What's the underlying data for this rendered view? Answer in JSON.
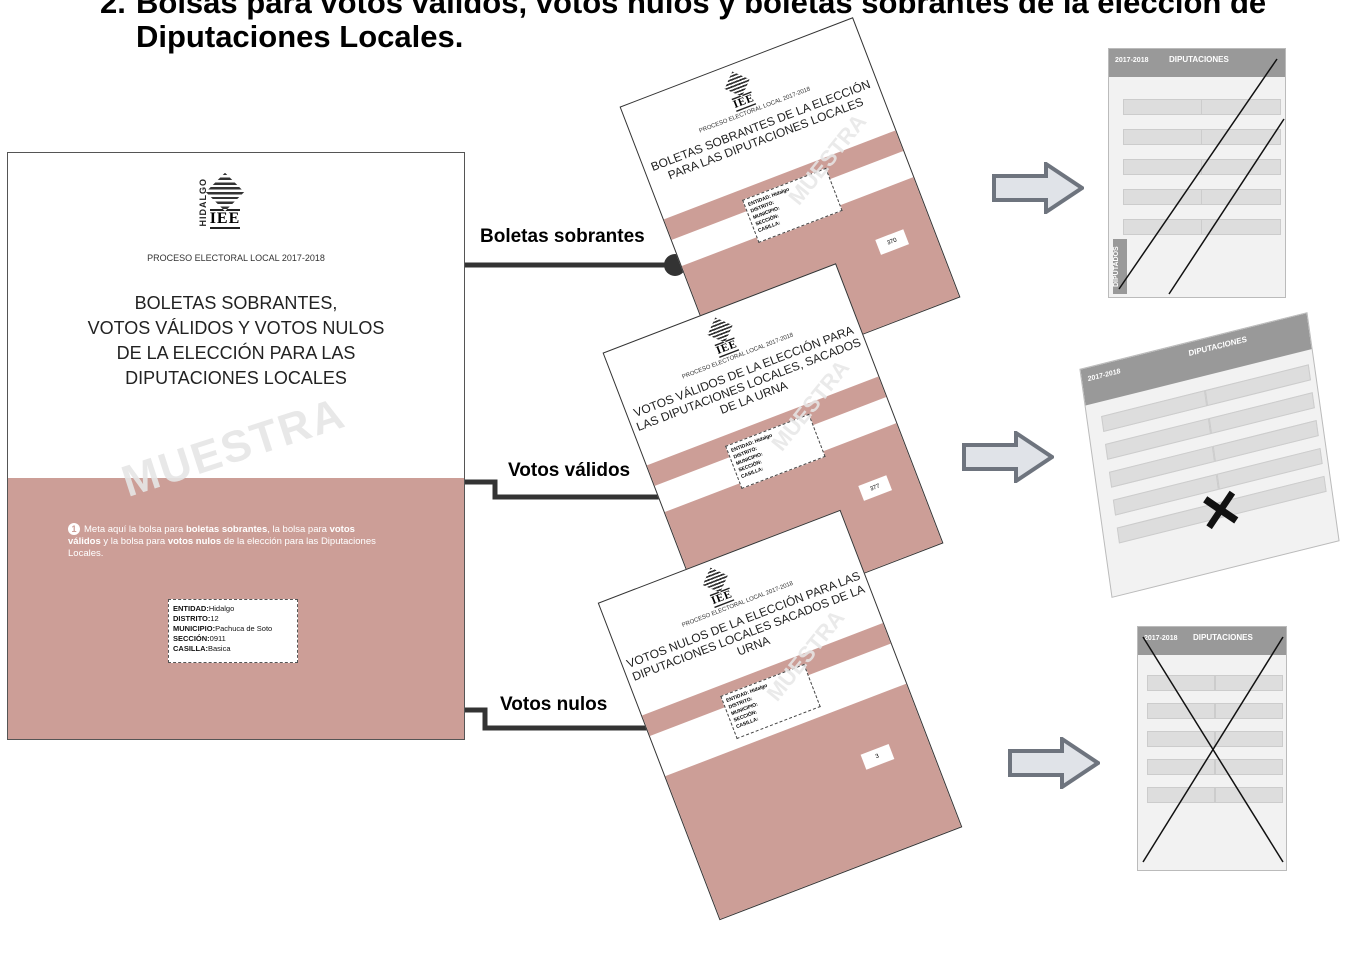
{
  "heading": {
    "number": "2.",
    "line1": "Bolsas para votos válidos, votos nulos y boletas sobrantes de la elección de",
    "line2": "Diputaciones Locales."
  },
  "main_bag": {
    "logo_vertical": "HIDALGO",
    "logo_text": "IEE",
    "process": "PROCESO ELECTORAL LOCAL 2017-2018",
    "title_lines": [
      "BOLETAS SOBRANTES,",
      "VOTOS VÁLIDOS Y VOTOS NULOS",
      "DE LA ELECCIÓN PARA LAS",
      "DIPUTACIONES LOCALES"
    ],
    "watermark": "MUESTRA",
    "instruction": {
      "number": "1",
      "p1": "Meta aquí la bolsa para ",
      "b1": "boletas sobrantes",
      "p2": ", la bolsa para ",
      "b2": "votos válidos",
      "p3": " y la bolsa para ",
      "b3": "votos nulos",
      "p4": " de la elección para las Diputaciones Locales."
    },
    "label": {
      "entidad_k": "ENTIDAD:",
      "entidad_v": "Hidalgo",
      "distrito_k": "DISTRITO:",
      "distrito_v": "12",
      "municipio_k": "MUNICIPIO:",
      "municipio_v": "Pachuca de Soto",
      "seccion_k": "SECCIÓN:",
      "seccion_v": "0911",
      "casilla_k": "CASILLA:",
      "casilla_v": "Basica"
    }
  },
  "connectors": {
    "boletas": "Boletas sobrantes",
    "validos": "Votos válidos",
    "nulos": "Votos nulos"
  },
  "bags": [
    {
      "process": "PROCESO ELECTORAL LOCAL 2017-2018",
      "title": "BOLETAS SOBRANTES DE LA ELECCIÓN PARA LAS DIPUTACIONES LOCALES",
      "watermark": "MUESTRA",
      "count": "370"
    },
    {
      "process": "PROCESO ELECTORAL LOCAL 2017-2018",
      "title": "VOTOS VÁLIDOS DE LA ELECCIÓN PARA LAS DIPUTACIONES LOCALES, SACADOS DE LA URNA",
      "watermark": "MUESTRA",
      "count": "377"
    },
    {
      "process": "PROCESO ELECTORAL LOCAL 2017-2018",
      "title": "VOTOS NULOS DE LA ELECCIÓN PARA LAS DIPUTACIONES LOCALES SACADOS DE LA URNA",
      "watermark": "MUESTRA",
      "count": "3"
    }
  ],
  "ballots": [
    {
      "year": "2017-2018",
      "header": "DIPUTACIONES",
      "side": "DIPUTADOS"
    },
    {
      "year": "2017-2018",
      "header": "DIPUTACIONES",
      "side": ""
    },
    {
      "year": "2017-2018",
      "header": "DIPUTACIONES",
      "side": ""
    }
  ],
  "colors": {
    "pink": "#cc9e97",
    "arrow": "#8a8f98"
  }
}
